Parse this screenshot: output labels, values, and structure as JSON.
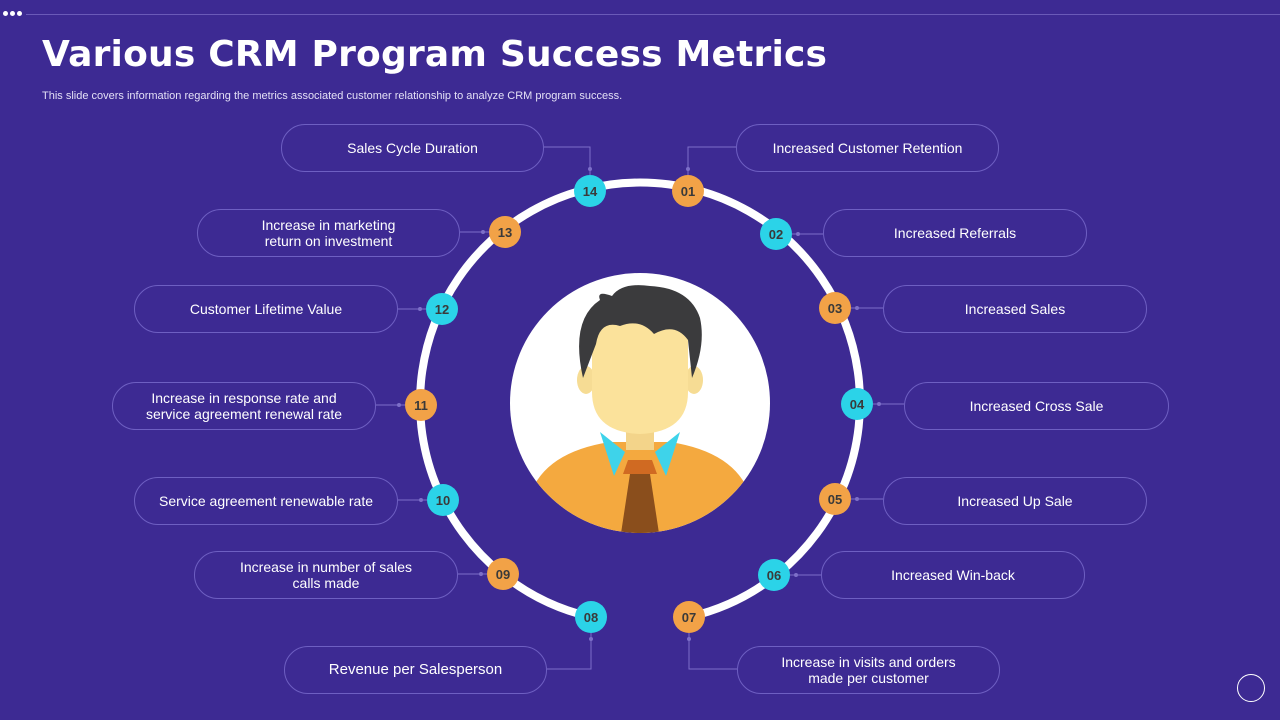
{
  "slide": {
    "title": "Various CRM Program Success Metrics",
    "subtitle": "This slide covers information regarding the metrics associated customer relationship to analyze CRM program success."
  },
  "colors": {
    "background": "#3d2a93",
    "cyan_marker": "#2bd3e8",
    "orange_marker": "#f2a247",
    "ring": "#ffffff"
  },
  "metrics": [
    {
      "number": "01",
      "label": "Increased Customer Retention",
      "color": "orange"
    },
    {
      "number": "02",
      "label": "Increased Referrals",
      "color": "cyan"
    },
    {
      "number": "03",
      "label": "Increased Sales",
      "color": "orange"
    },
    {
      "number": "04",
      "label": "Increased Cross Sale",
      "color": "cyan"
    },
    {
      "number": "05",
      "label": "Increased Up Sale",
      "color": "orange"
    },
    {
      "number": "06",
      "label": "Increased Win-back",
      "color": "cyan"
    },
    {
      "number": "07",
      "label": "Increase in visits and orders\nmade per customer",
      "color": "orange"
    },
    {
      "number": "08",
      "label": "Revenue per Salesperson",
      "color": "cyan"
    },
    {
      "number": "09",
      "label": "Increase in number of sales\ncalls made",
      "color": "orange"
    },
    {
      "number": "10",
      "label": "Service agreement renewable rate",
      "color": "cyan"
    },
    {
      "number": "11",
      "label": "Increase in response rate and\nservice agreement renewal rate",
      "color": "orange"
    },
    {
      "number": "12",
      "label": "Customer Lifetime Value",
      "color": "cyan"
    },
    {
      "number": "13",
      "label": "Increase in marketing\nreturn on investment",
      "color": "orange"
    },
    {
      "number": "14",
      "label": "Sales Cycle Duration",
      "color": "cyan"
    }
  ],
  "icons": {
    "center": "person-avatar-icon",
    "corner": "circle-icon"
  }
}
